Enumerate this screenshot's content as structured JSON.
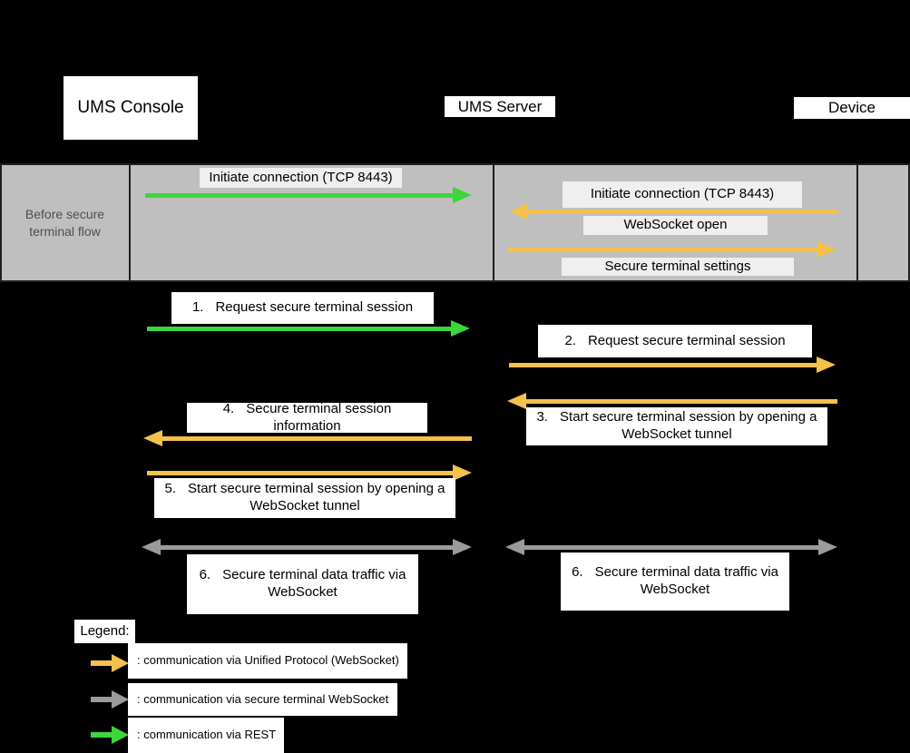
{
  "diagram": {
    "title": "UMS secure terminal flow sequence diagram",
    "actors": {
      "console": "UMS Console",
      "server": "UMS Server",
      "device": "Device"
    },
    "pre_phase": {
      "label": "Before secure terminal flow",
      "messages": [
        {
          "text": "Initiate connection (TCP 8443)",
          "from": "UMS Console",
          "to": "UMS Server",
          "arrow": "green-right"
        },
        {
          "text": "Initiate connection (TCP 8443)",
          "from": "Device",
          "to": "UMS Server",
          "arrow": "orange-left"
        },
        {
          "text": "WebSocket open",
          "from": "Device",
          "to": "UMS Server",
          "arrow": "none"
        },
        {
          "text": "Secure terminal settings",
          "from": "UMS Server",
          "to": "Device",
          "arrow": "orange-right"
        }
      ]
    },
    "steps": [
      {
        "num": "1.",
        "text": "Request secure terminal session",
        "arrow": "green-right",
        "from": "UMS Console",
        "to": "UMS Server"
      },
      {
        "num": "2.",
        "text": "Request secure terminal session",
        "arrow": "orange-right",
        "from": "UMS Server",
        "to": "Device"
      },
      {
        "num": "3.",
        "text": "Start secure terminal session by opening a WebSocket tunnel",
        "arrow": "orange-left",
        "from": "Device",
        "to": "UMS Server"
      },
      {
        "num": "4.",
        "text": "Secure terminal session information",
        "arrow": "orange-left",
        "from": "UMS Server",
        "to": "UMS Console"
      },
      {
        "num": "5.",
        "text": "Start secure terminal session by opening a WebSocket tunnel",
        "arrow": "orange-right",
        "from": "UMS Console",
        "to": "UMS Server"
      },
      {
        "num": "6.",
        "text": "Secure terminal data traffic via WebSocket",
        "arrow": "gray-both",
        "from": "UMS Console",
        "to": "UMS Server"
      },
      {
        "num": "6.",
        "text": "Secure terminal data traffic via WebSocket",
        "arrow": "gray-both",
        "from": "UMS Server",
        "to": "Device"
      }
    ],
    "legend": {
      "title": "Legend:",
      "items": [
        {
          "swatch": "orange-arrow",
          "text": ": communication via Unified Protocol (WebSocket)"
        },
        {
          "swatch": "gray-arrow",
          "text": ": communication via secure terminal WebSocket"
        },
        {
          "swatch": "green-arrow",
          "text": ": communication via REST"
        }
      ]
    },
    "colors": {
      "unified_protocol_orange": "#f3c14c",
      "secure_terminal_gray": "#9b9b9b",
      "rest_green": "#3cd63c",
      "phase_band_bg": "#bfbfbf",
      "phase_label_bg": "#efefef",
      "message_box_bg": "#ffffff",
      "background": "#000000"
    }
  }
}
